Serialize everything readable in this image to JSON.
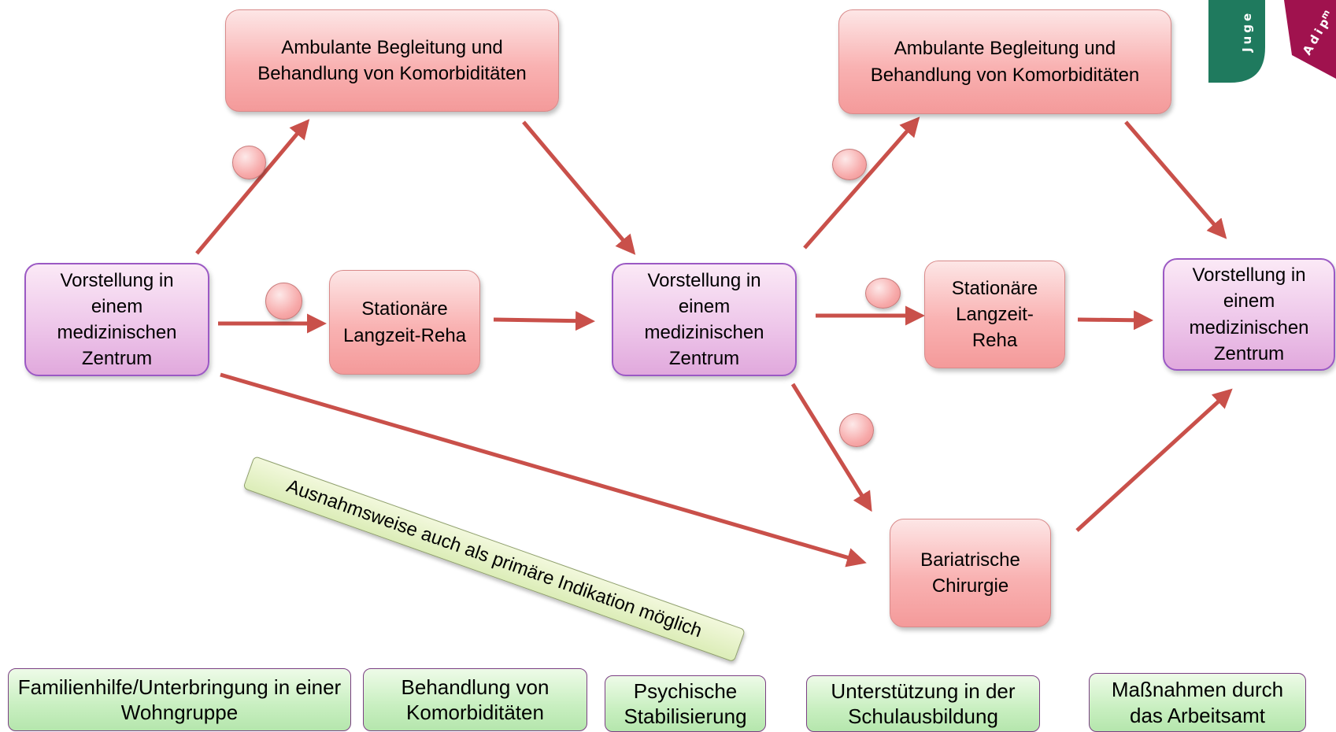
{
  "nodes": {
    "ambulant_left": "Ambulante Begleitung und Behandlung von Komorbiditäten",
    "ambulant_right": "Ambulante Begleitung und Behandlung von Komorbiditäten",
    "vorstellung_left": "Vorstellung in einem medizinischen Zentrum",
    "vorstellung_middle": "Vorstellung in einem medizinischen Zentrum",
    "vorstellung_right": "Vorstellung in einem medizinischen Zentrum",
    "reha_left": "Stationäre Langzeit-Reha",
    "reha_right": "Stationäre Langzeit-Reha",
    "bariatrisch": "Bariatrische Chirurgie"
  },
  "exception_note": "Ausnahmsweise auch als primäre Indikation möglich",
  "support_boxes": [
    "Familienhilfe/Unterbringung in einer Wohngruppe",
    "Behandlung von Komorbiditäten",
    "Psychische Stabilisierung",
    "Unterstützung in der Schulausbildung",
    "Maßnahmen durch das Arbeitsamt"
  ],
  "logo_text": {
    "jugend": "Juge",
    "adipositas": "Adip",
    "small": "m"
  },
  "colors": {
    "arrow": "#c9504a",
    "node_red": "#f9b2b2",
    "node_purple": "#eec7ea",
    "support_green": "#c8efc0",
    "logo_green": "#1f7a5e",
    "logo_magenta": "#a0124e"
  }
}
